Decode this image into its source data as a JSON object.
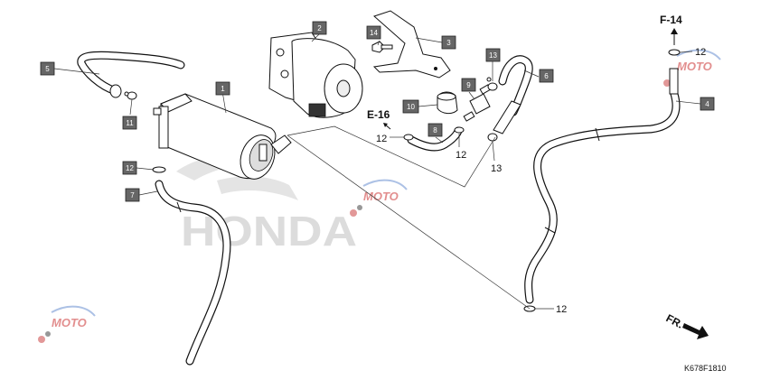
{
  "diagram_code": "K678F1810",
  "watermark": {
    "brand": "HONDA",
    "site_mark": "MOTO"
  },
  "references": [
    {
      "id": "e16",
      "label": "E-16"
    },
    {
      "id": "f14",
      "label": "F-14"
    },
    {
      "id": "fr",
      "label": "FR."
    }
  ],
  "callouts": {
    "c1": "1",
    "c2": "2",
    "c3": "3",
    "c4": "4",
    "c5": "5",
    "c6": "6",
    "c7": "7",
    "c8": "8",
    "c9": "9",
    "c10": "10",
    "c11": "11",
    "c12a": "12",
    "c13a": "13",
    "c14": "14"
  },
  "plain_labels": {
    "p12_e16": "12",
    "p12_hose8": "12",
    "p13_hose6": "13",
    "p12_f14": "12",
    "p12_bottom": "12"
  },
  "parts": [
    {
      "number": "1",
      "icon": "canister-icon"
    },
    {
      "number": "2",
      "icon": "filter-canister-icon"
    },
    {
      "number": "3",
      "icon": "bracket-icon"
    },
    {
      "number": "4",
      "icon": "long-hose-icon"
    },
    {
      "number": "5",
      "icon": "hose-icon"
    },
    {
      "number": "6",
      "icon": "hose-icon"
    },
    {
      "number": "7",
      "icon": "hose-icon"
    },
    {
      "number": "8",
      "icon": "short-hose-icon"
    },
    {
      "number": "9",
      "icon": "joint-icon"
    },
    {
      "number": "10",
      "icon": "cap-icon"
    },
    {
      "number": "11",
      "icon": "clip-icon"
    },
    {
      "number": "12",
      "icon": "clamp-icon"
    },
    {
      "number": "13",
      "icon": "clip-icon"
    },
    {
      "number": "14",
      "icon": "bolt-icon"
    }
  ]
}
